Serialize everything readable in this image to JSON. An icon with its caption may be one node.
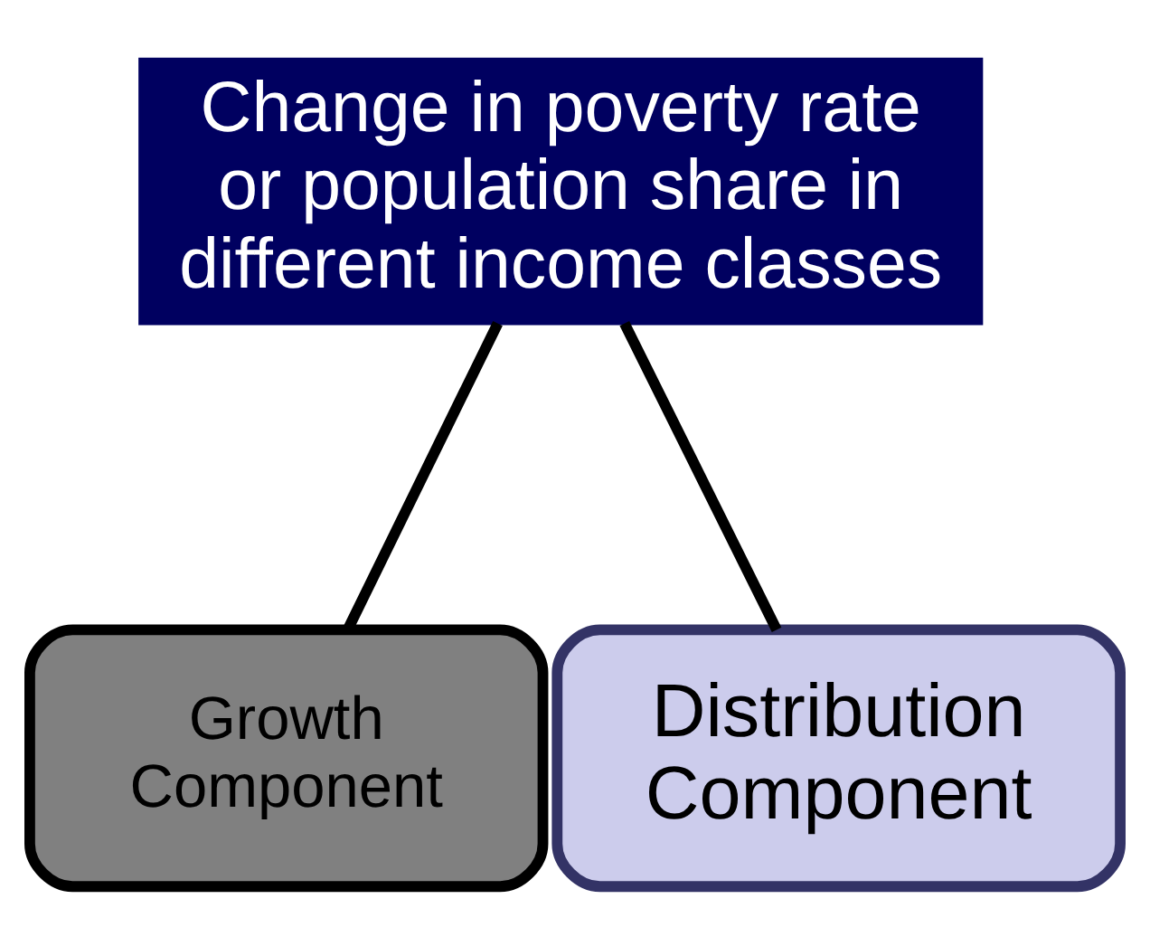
{
  "diagram": {
    "nodes": [
      {
        "text": [
          "Change in poverty rate or population share in different income classes"
        ]
      },
      {
        "text": [
          "Growth Component"
        ]
      },
      {
        "text": [
          "Distribution Component"
        ]
      }
    ],
    "edges": [
      {
        "from": 0,
        "to": 1,
        "arrow": "none"
      },
      {
        "from": 0,
        "to": 2,
        "arrow": "none"
      }
    ]
  }
}
